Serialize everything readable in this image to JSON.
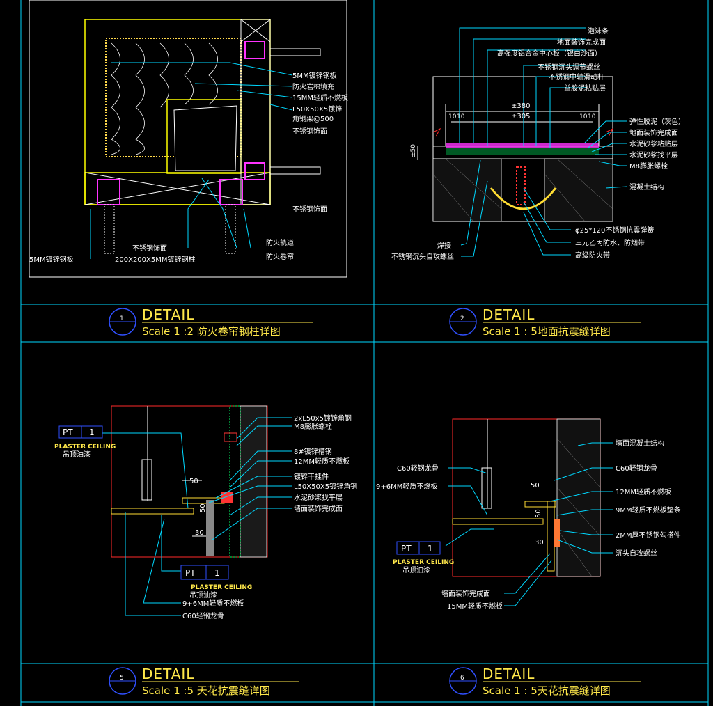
{
  "details": [
    {
      "number": "1",
      "heading": "DETAIL",
      "subtitle": "Scale 1 :2 防火卷帘钢柱详图",
      "labels": [
        "5MM镀锌钢板",
        "防火岩棉填充",
        "15MM轻质不燃板",
        "L50X50X5镀锌",
        "角钢架@500",
        "不锈钢饰面",
        "不锈钢饰面",
        "5MM镀锌钢板",
        "不锈钢饰面",
        "200X200X5MM镀锌钢柱",
        "防火轨道",
        "防火卷帘"
      ]
    },
    {
      "number": "2",
      "heading": "DETAIL",
      "subtitle": "Scale 1 :  5地面抗震缝详图",
      "labels": [
        "泡沫条",
        "地面装饰完成面",
        "高强度铝合金中心板（银白沙面）",
        "不锈钢沉头调节螺丝",
        "不锈钢中轴滑动杆",
        "益胶泥粘贴层",
        "弹性胶泥（灰色）",
        "地面装饰完成面",
        "水泥砂浆粘贴层",
        "水泥砂浆找平层",
        "M8膨胀螺栓",
        "混凝土结构",
        "φ25*120不锈钢抗震弹簧",
        "三元乙丙防水、防烟带",
        "高级防火带",
        "焊接",
        "不锈钢沉头自攻螺丝"
      ],
      "dims": [
        "±380",
        "±305",
        "10",
        "10",
        "10",
        "10",
        "±50"
      ]
    },
    {
      "number": "5",
      "heading": "DETAIL",
      "subtitle": "Scale 1 :5 天花抗震缝详图",
      "labels": [
        "2xL50x5镀锌角钢",
        "M8膨胀螺栓",
        "8#镀锌槽钢",
        "12MM轻质不燃板",
        "镀锌干挂件",
        "L50X50X5镀锌角钢",
        "水泥砂浆找平层",
        "墙面装饰完成面",
        "9+6MM轻质不燃板",
        "C60轻钢龙骨"
      ],
      "tags": [
        {
          "code": "PT",
          "num": "1",
          "name": "PLASTER CEILING",
          "cn": "吊顶油漆"
        },
        {
          "code": "PT",
          "num": "1",
          "name": "PLASTER CEILING",
          "cn": "吊顶油漆"
        }
      ],
      "dims": [
        "50",
        "50",
        "30"
      ]
    },
    {
      "number": "6",
      "heading": "DETAIL",
      "subtitle": "Scale 1 :  5天花抗震缝详图",
      "labels": [
        "墙面混凝土结构",
        "C60轻钢龙骨",
        "12MM轻质不燃板",
        "9MM轻质不燃板垫条",
        "2MM厚不锈钢勾搭件",
        "沉头自攻螺丝",
        "C60轻钢龙骨",
        "9+6MM轻质不燃板",
        "墙面装饰完成面",
        "15MM轻质不燃板"
      ],
      "tags": [
        {
          "code": "PT",
          "num": "1",
          "name": "PLASTER CEILING",
          "cn": "吊顶油漆"
        }
      ],
      "dims": [
        "50",
        "50",
        "30"
      ]
    }
  ],
  "colors": {
    "background": "#000000",
    "frame": "#00d8ff",
    "title": "#ffe84a",
    "structure": "#ffff00",
    "red": "#ff2a2a",
    "magenta": "#ff33ff"
  }
}
